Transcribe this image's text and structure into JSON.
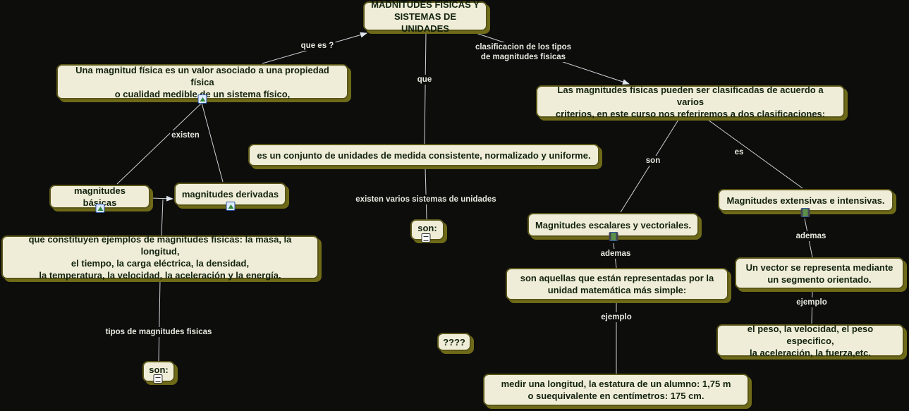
{
  "nodes": {
    "title": "MADNITUDES FISICAS Y\nSISTEMAS DE UNIDADES",
    "definition": "Una magnitud física es un valor asociado a una propiedad física\no cualidad medible de un sistema físico,",
    "system": "es un conjunto de unidades de medida consistente, normalizado y uniforme.",
    "classification": "Las magnitudes físicas pueden ser clasificadas de acuerdo a varios\ncriterios, en este curso nos referiremos a dos clasificaciones:",
    "basic": "magnitudes básicas",
    "derived": "magnitudes  derivadas",
    "examples": "que constituyen ejemplos de magnitudes físicas: la masa, la longitud,\nel tiempo, la carga eléctrica, la densidad,\nla temperatura, la velocidad, la aceleración y la energía.",
    "son_center": "son:",
    "son_left": "son:",
    "unknown": "????",
    "scalar_vector": "Magnitudes escalares y vectoriales.",
    "extensive_intensive": "Magnitudes extensivas e intensivas.",
    "scalar_desc": "son  aquellas que están  representadas  por  la\nunidad  matemática  más  simple:",
    "vector_desc": "Un  vector  se  representa  mediante\nun  segmento  orientado.",
    "vector_examples": "el peso, la velocidad, el peso especifico,\nla aceleración, la fuerza,etc.",
    "scalar_example": "medir  una  longitud,  la  estatura  de  un  alumno:  1,75  m\no  suequivalente en centímetros: 175 cm."
  },
  "links": {
    "que_es": "que es ?",
    "que": "que",
    "clasificacion": "clasificacion de los tipos\nde magnitudes fisicas",
    "existen": "existen",
    "existen_sistemas": "existen varios sistemas de unidades",
    "tipos": "tipos de magnitudes fisicas",
    "son": "son",
    "es": "es",
    "ademas_left": "ademas",
    "ademas_right": "ademas",
    "ejemplo_left": "ejemplo",
    "ejemplo_right": "ejemplo"
  }
}
